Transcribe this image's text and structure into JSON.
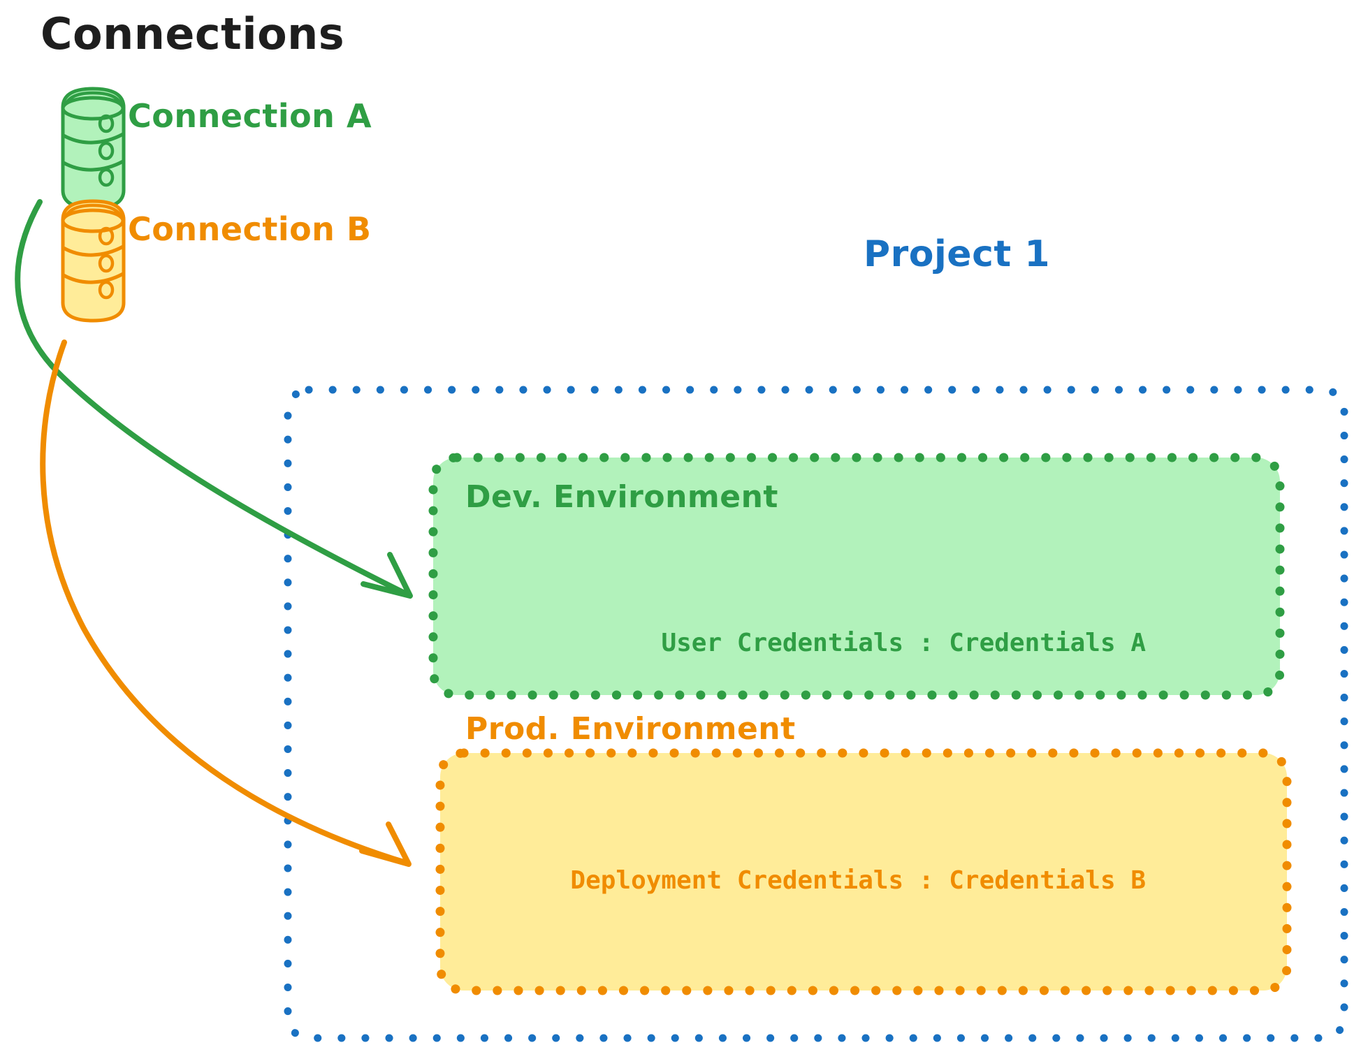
{
  "diagram": {
    "heading": "Connections",
    "project": {
      "label": "Project 1",
      "border_color": "#1971c2"
    },
    "connections": [
      {
        "id": "connection-a",
        "label": "Connection A",
        "icon": "database-cylinder-icon",
        "color": "#2f9e44",
        "fill": "#b2f2bb"
      },
      {
        "id": "connection-b",
        "label": "Connection B",
        "icon": "database-cylinder-icon",
        "color": "#f08c00",
        "fill": "#ffec99"
      }
    ],
    "environments": [
      {
        "id": "dev-environment",
        "title": "Dev. Environment",
        "credentials": "User Credentials : Credentials A",
        "color": "#2f9e44",
        "fill": "#b2f2bb",
        "source": "Connection A"
      },
      {
        "id": "prod-environment",
        "title": "Prod. Environment",
        "credentials": "Deployment Credentials : Credentials B",
        "color": "#f08c00",
        "fill": "#ffec99",
        "source": "Connection B"
      }
    ],
    "colors": {
      "green_stroke": "#2f9e44",
      "green_fill": "#b2f2bb",
      "orange_stroke": "#f08c00",
      "orange_fill": "#ffec99",
      "blue_stroke": "#1971c2",
      "heading_text": "#1e1e1e",
      "background": "#ffffff"
    }
  }
}
